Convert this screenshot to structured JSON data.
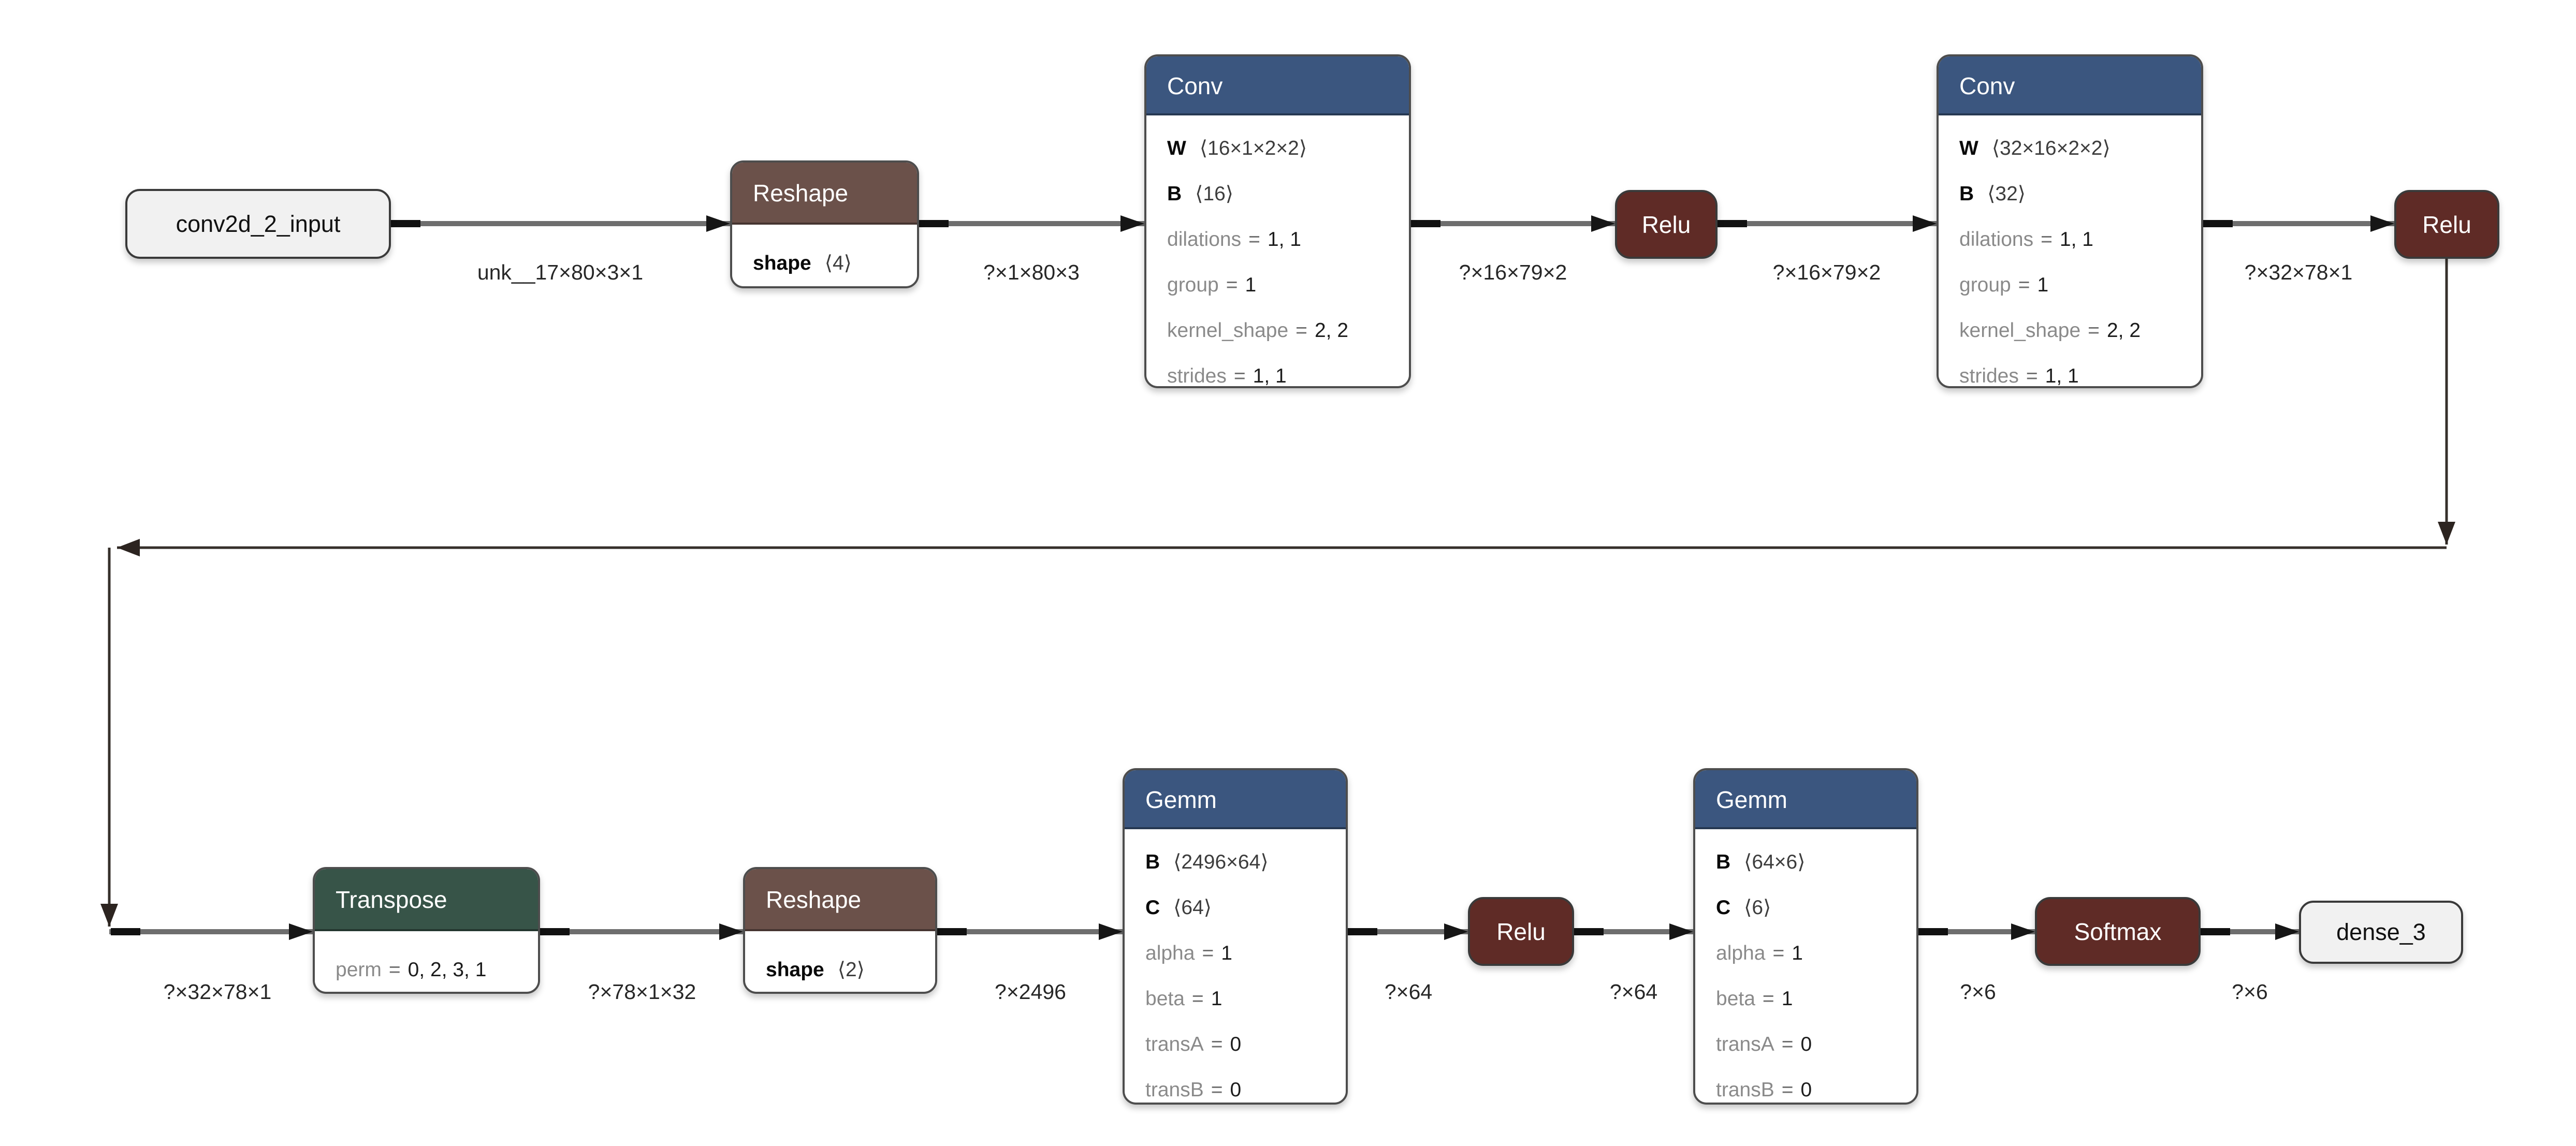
{
  "ui": {
    "eq": "=",
    "lb": "⟨",
    "rb": "⟩"
  },
  "colors": {
    "layer_header": "#3b567f",
    "activation_fill": "#5f2b26",
    "shape_op_header": "#6b514a",
    "transform_op_header": "#375448",
    "io_fill": "#f1f1f1"
  },
  "nodes": {
    "input": {
      "label": "conv2d_2_input"
    },
    "reshape1": {
      "title": "Reshape",
      "params": [
        {
          "name": "shape",
          "dims": "4"
        }
      ]
    },
    "conv1": {
      "title": "Conv",
      "params": [
        {
          "name": "W",
          "dims": "16×1×2×2"
        },
        {
          "name": "B",
          "dims": "16"
        }
      ],
      "attrs": [
        {
          "name": "dilations",
          "value": "1, 1"
        },
        {
          "name": "group",
          "value": "1"
        },
        {
          "name": "kernel_shape",
          "value": "2, 2"
        },
        {
          "name": "strides",
          "value": "1, 1"
        }
      ]
    },
    "relu1": {
      "title": "Relu"
    },
    "conv2": {
      "title": "Conv",
      "params": [
        {
          "name": "W",
          "dims": "32×16×2×2"
        },
        {
          "name": "B",
          "dims": "32"
        }
      ],
      "attrs": [
        {
          "name": "dilations",
          "value": "1, 1"
        },
        {
          "name": "group",
          "value": "1"
        },
        {
          "name": "kernel_shape",
          "value": "2, 2"
        },
        {
          "name": "strides",
          "value": "1, 1"
        }
      ]
    },
    "relu3": {
      "title": "Relu"
    },
    "transpose": {
      "title": "Transpose",
      "attrs": [
        {
          "name": "perm",
          "value": "0, 2, 3, 1"
        }
      ]
    },
    "reshape2": {
      "title": "Reshape",
      "params": [
        {
          "name": "shape",
          "dims": "2"
        }
      ]
    },
    "gemm1": {
      "title": "Gemm",
      "params": [
        {
          "name": "B",
          "dims": "2496×64"
        },
        {
          "name": "C",
          "dims": "64"
        }
      ],
      "attrs": [
        {
          "name": "alpha",
          "value": "1"
        },
        {
          "name": "beta",
          "value": "1"
        },
        {
          "name": "transA",
          "value": "0"
        },
        {
          "name": "transB",
          "value": "0"
        }
      ]
    },
    "relu2": {
      "title": "Relu"
    },
    "gemm2": {
      "title": "Gemm",
      "params": [
        {
          "name": "B",
          "dims": "64×6"
        },
        {
          "name": "C",
          "dims": "6"
        }
      ],
      "attrs": [
        {
          "name": "alpha",
          "value": "1"
        },
        {
          "name": "beta",
          "value": "1"
        },
        {
          "name": "transA",
          "value": "0"
        },
        {
          "name": "transB",
          "value": "0"
        }
      ]
    },
    "softmax": {
      "title": "Softmax"
    },
    "output": {
      "label": "dense_3"
    }
  },
  "edge_labels": [
    "unk__17×80×3×1",
    "?×1×80×3",
    "?×16×79×2",
    "?×16×79×2",
    "?×32×78×1",
    "?×32×78×1",
    "?×78×1×32",
    "?×2496",
    "?×64",
    "?×64",
    "?×6",
    "?×6"
  ]
}
